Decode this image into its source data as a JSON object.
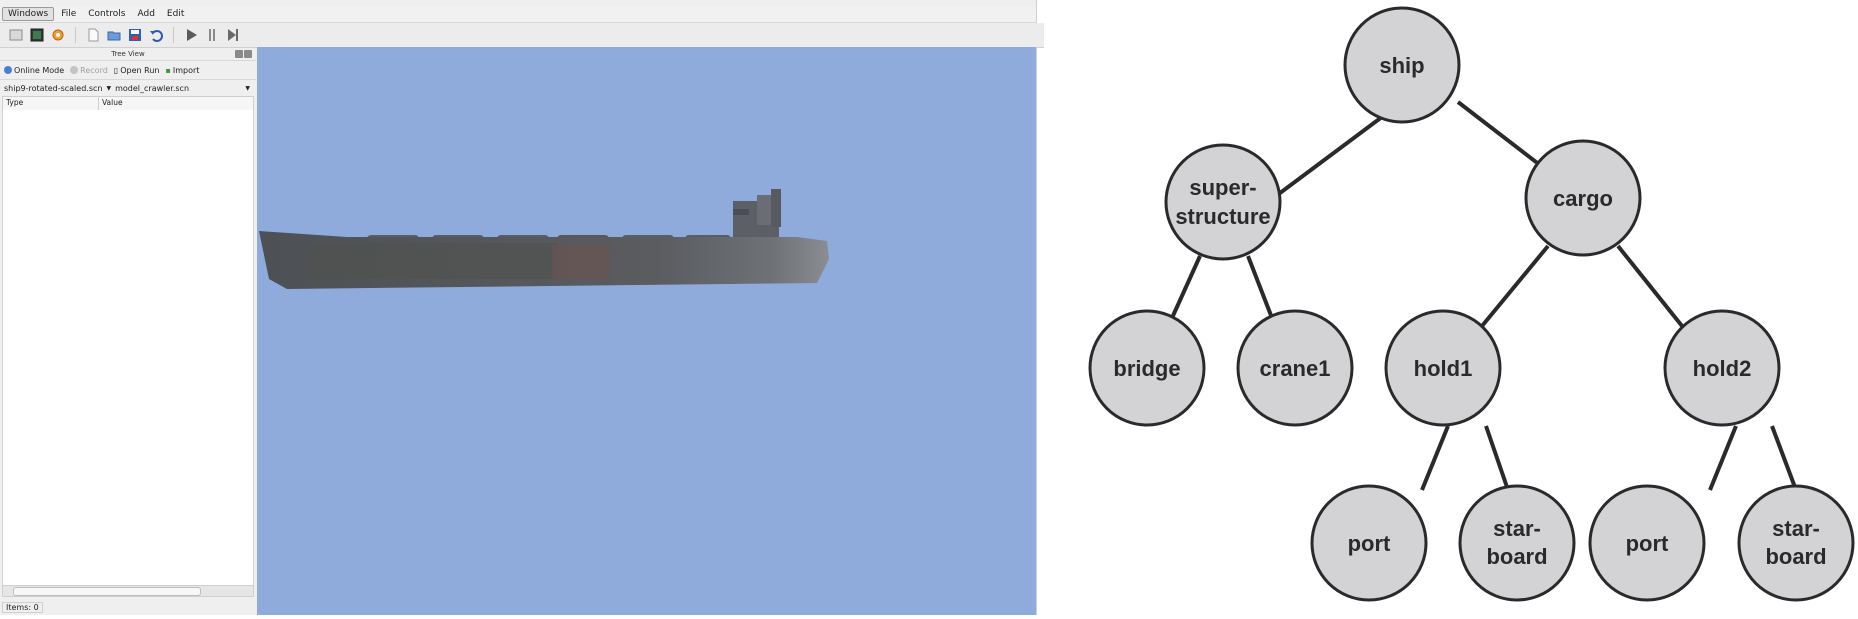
{
  "menu": {
    "items": [
      "Windows",
      "File",
      "Controls",
      "Add",
      "Edit"
    ]
  },
  "toolbar": {
    "icons": [
      "window-icon",
      "terminal-icon",
      "settings-icon",
      "new-file-icon",
      "open-folder-icon",
      "save-icon",
      "undo-icon",
      "play-icon",
      "pause-icon",
      "step-icon"
    ]
  },
  "tree_panel": {
    "title": "Tree View",
    "online_mode": "Online Mode",
    "record": "Record",
    "open_run": "Open Run",
    "import": "Import",
    "scene_file": "ship9-rotated-scaled.scn",
    "model_file": "model_crawler.scn",
    "col_type": "Type",
    "col_value": "Value",
    "status": "Items: 0"
  },
  "viewport": {
    "background": "#8eabdc",
    "hull_color": "#55585c"
  },
  "diagram": {
    "nodes": {
      "ship": [
        "ship"
      ],
      "superstructure": [
        "super-",
        "structure"
      ],
      "cargo": [
        "cargo"
      ],
      "bridge": [
        "bridge"
      ],
      "crane1": [
        "crane1"
      ],
      "hold1": [
        "hold1"
      ],
      "hold2": [
        "hold2"
      ],
      "hold1_port": [
        "port"
      ],
      "hold1_starboard": [
        "star-",
        "board"
      ],
      "hold2_port": [
        "port"
      ],
      "hold2_starboard": [
        "star-",
        "board"
      ]
    },
    "node_fill": "#d3d3d5",
    "edge_color": "#2a2a2a"
  }
}
